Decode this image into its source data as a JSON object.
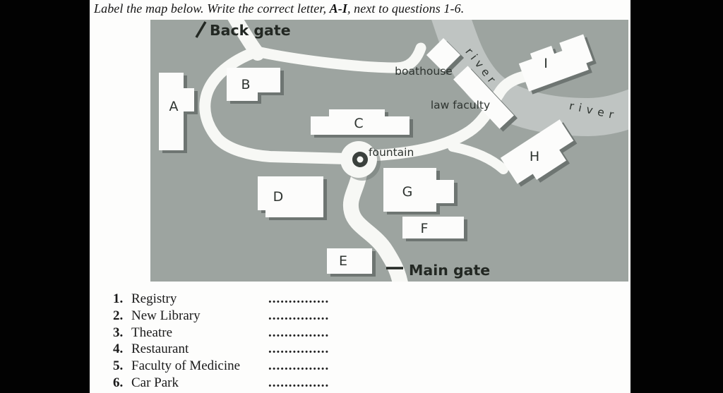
{
  "title": {
    "prefix": "Label the map below. Write the correct letter, ",
    "emphasis": "A-I",
    "suffix": ", next to questions 1-6."
  },
  "map": {
    "gates": {
      "back": "Back gate",
      "main": "Main gate"
    },
    "places": {
      "boathouse": "boathouse",
      "law_faculty": "law faculty",
      "fountain": "fountain",
      "river_upper": "river",
      "river_lower": "river"
    },
    "buildings": {
      "a": "A",
      "b": "B",
      "c": "C",
      "d": "D",
      "e": "E",
      "f": "F",
      "g": "G",
      "h": "H",
      "i": "I"
    },
    "colors": {
      "background": "#9DA4A0",
      "river": "#BFC4C2",
      "road": "#F7F8F5",
      "building": "#FCFCFB",
      "shadow": "#6E7572",
      "ink": "#2E3430",
      "gate_ink": "#232823",
      "fountain_ring": "#3B413D"
    }
  },
  "questions": [
    {
      "number": "1.",
      "label": "Registry",
      "dots": "..............."
    },
    {
      "number": "2.",
      "label": "New Library",
      "dots": "..............."
    },
    {
      "number": "3.",
      "label": "Theatre",
      "dots": "..............."
    },
    {
      "number": "4.",
      "label": "Restaurant",
      "dots": "..............."
    },
    {
      "number": "5.",
      "label": "Faculty of Medicine",
      "dots": "..............."
    },
    {
      "number": "6.",
      "label": "Car Park",
      "dots": "..............."
    }
  ]
}
